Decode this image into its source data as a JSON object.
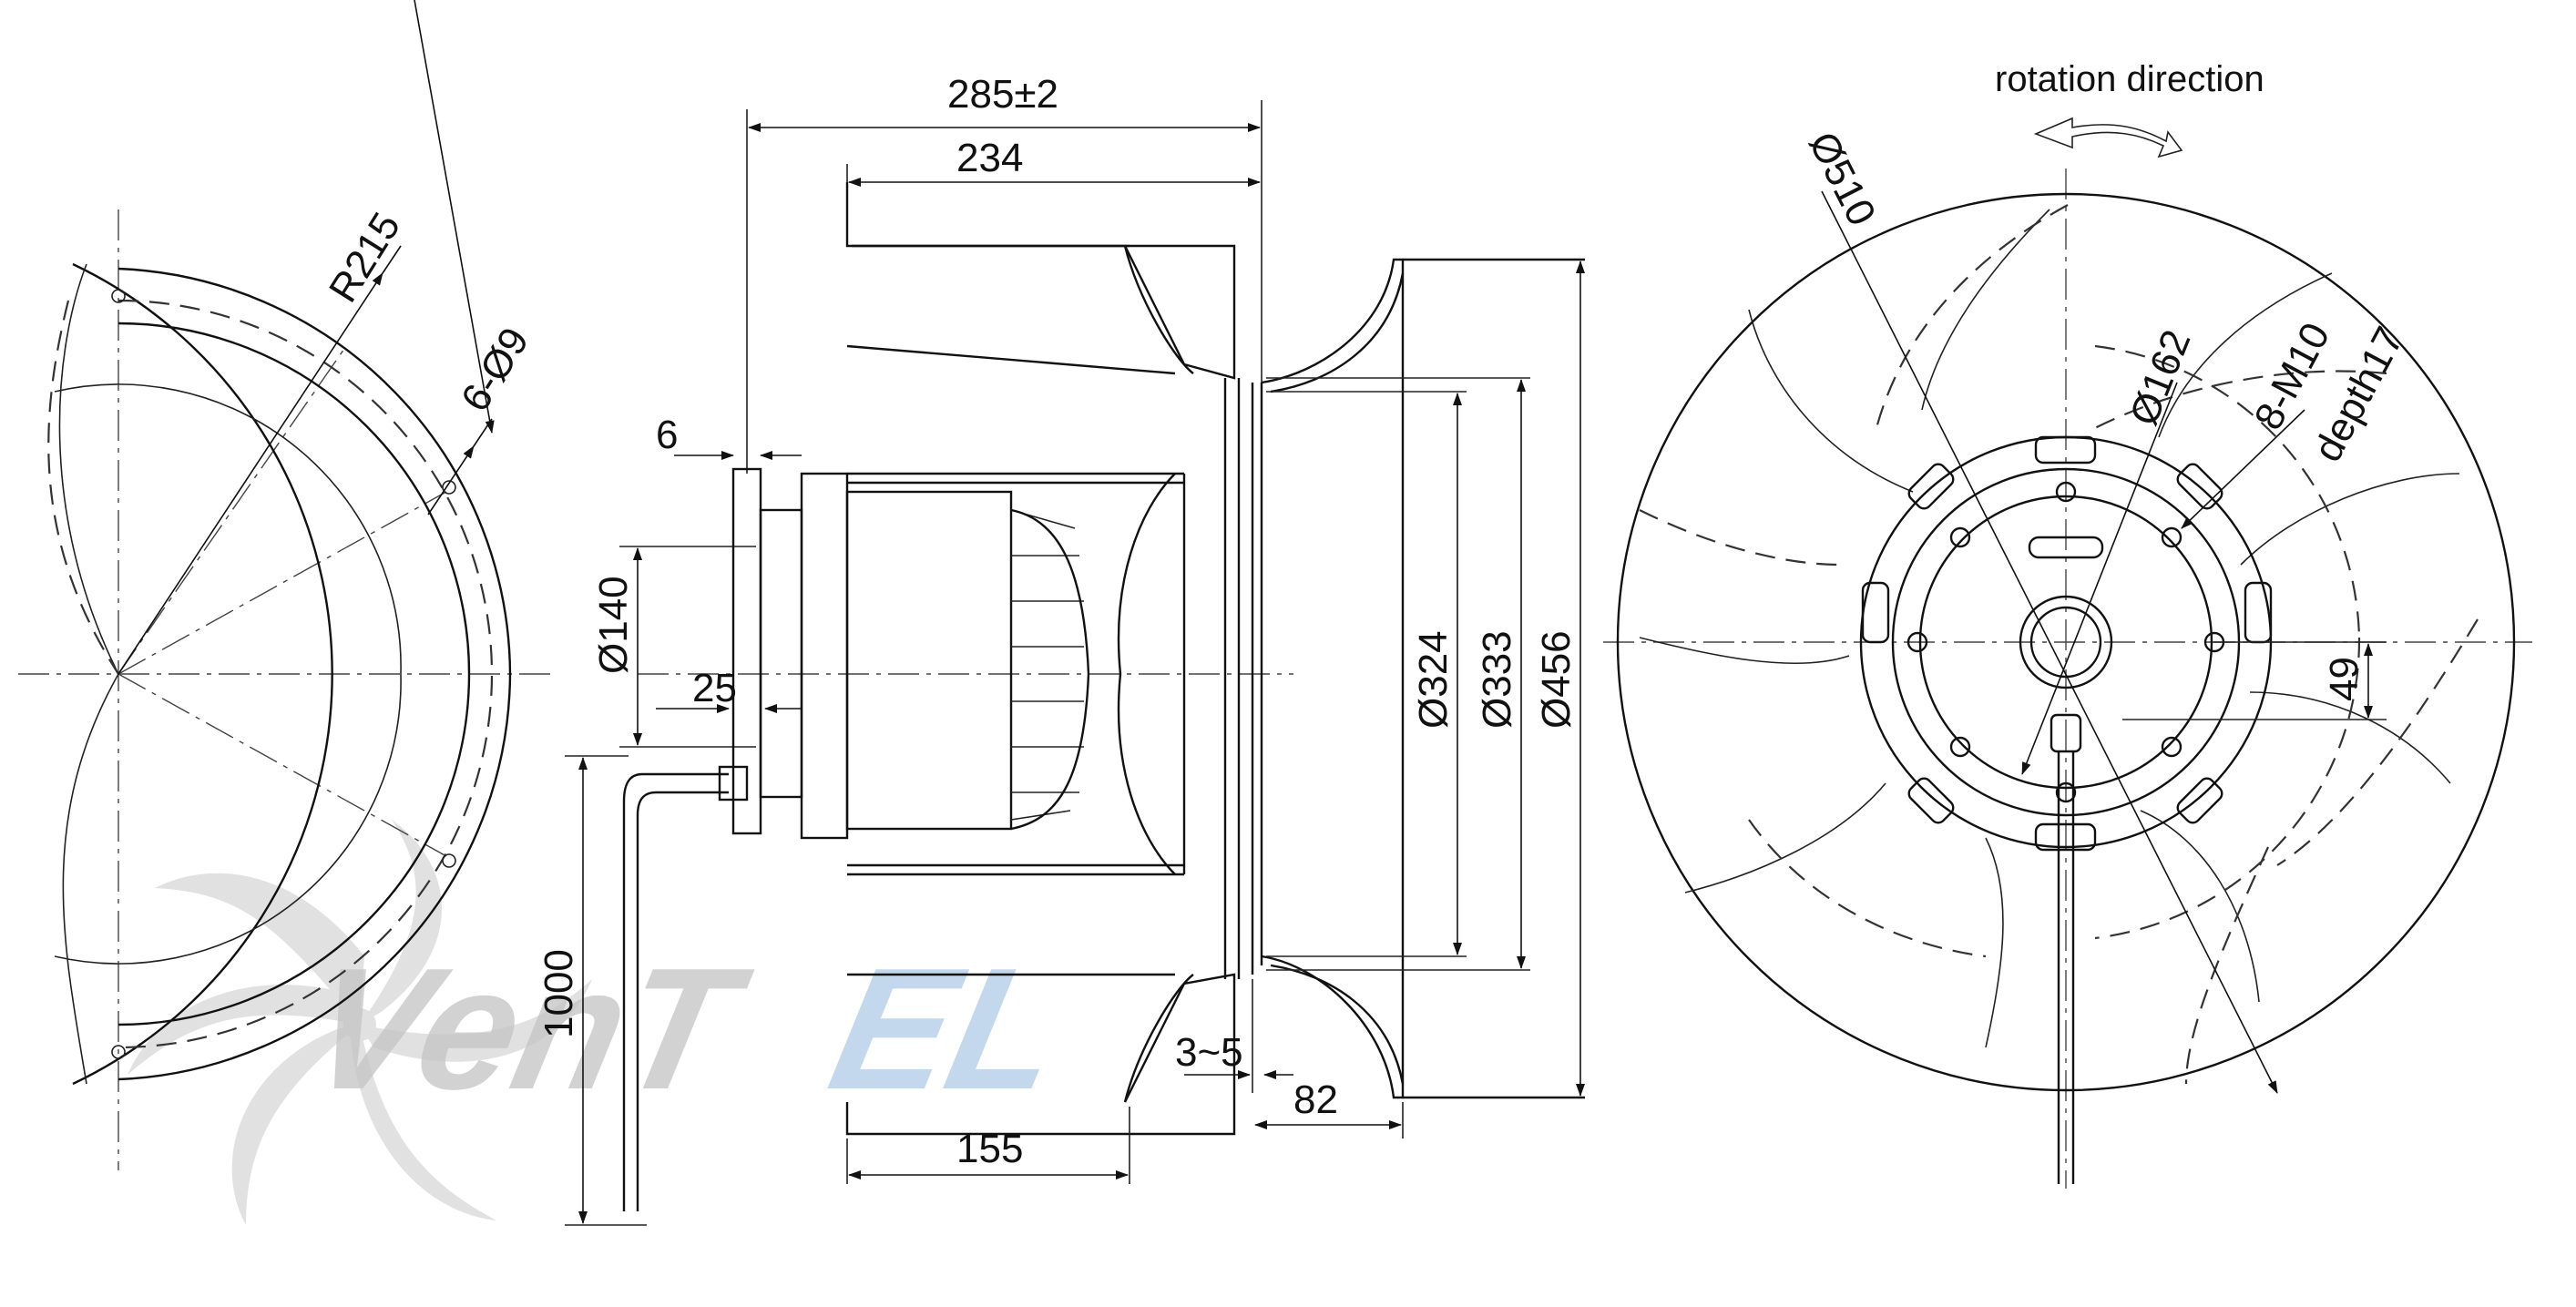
{
  "watermark": {
    "brand_left": "VenT",
    "brand_right": "EL",
    "color_grey": "#c8c8c8",
    "color_blue": "#bcd4ea"
  },
  "left_view": {
    "radius": "R215",
    "holes": "6-Ø9"
  },
  "side_view": {
    "overall_length": "285±2",
    "impeller_length": "234",
    "flange_offset": "6",
    "motor_diameter": "Ø140",
    "flange_thickness": "25",
    "cable_length": "1000",
    "inlet_diameter_1": "Ø324",
    "inlet_diameter_2": "Ø333",
    "inlet_ring_diameter": "Ø456",
    "gap": "3~5",
    "inlet_depth": "82",
    "motor_length": "155"
  },
  "front_view": {
    "rotation_label": "rotation direction",
    "outer_diameter": "Ø510",
    "bolt_circle": "Ø162",
    "thread": "8-M10",
    "thread_depth": "depth17",
    "hub_offset": "49"
  },
  "colors": {
    "line": "#111111",
    "paper": "#ffffff"
  }
}
